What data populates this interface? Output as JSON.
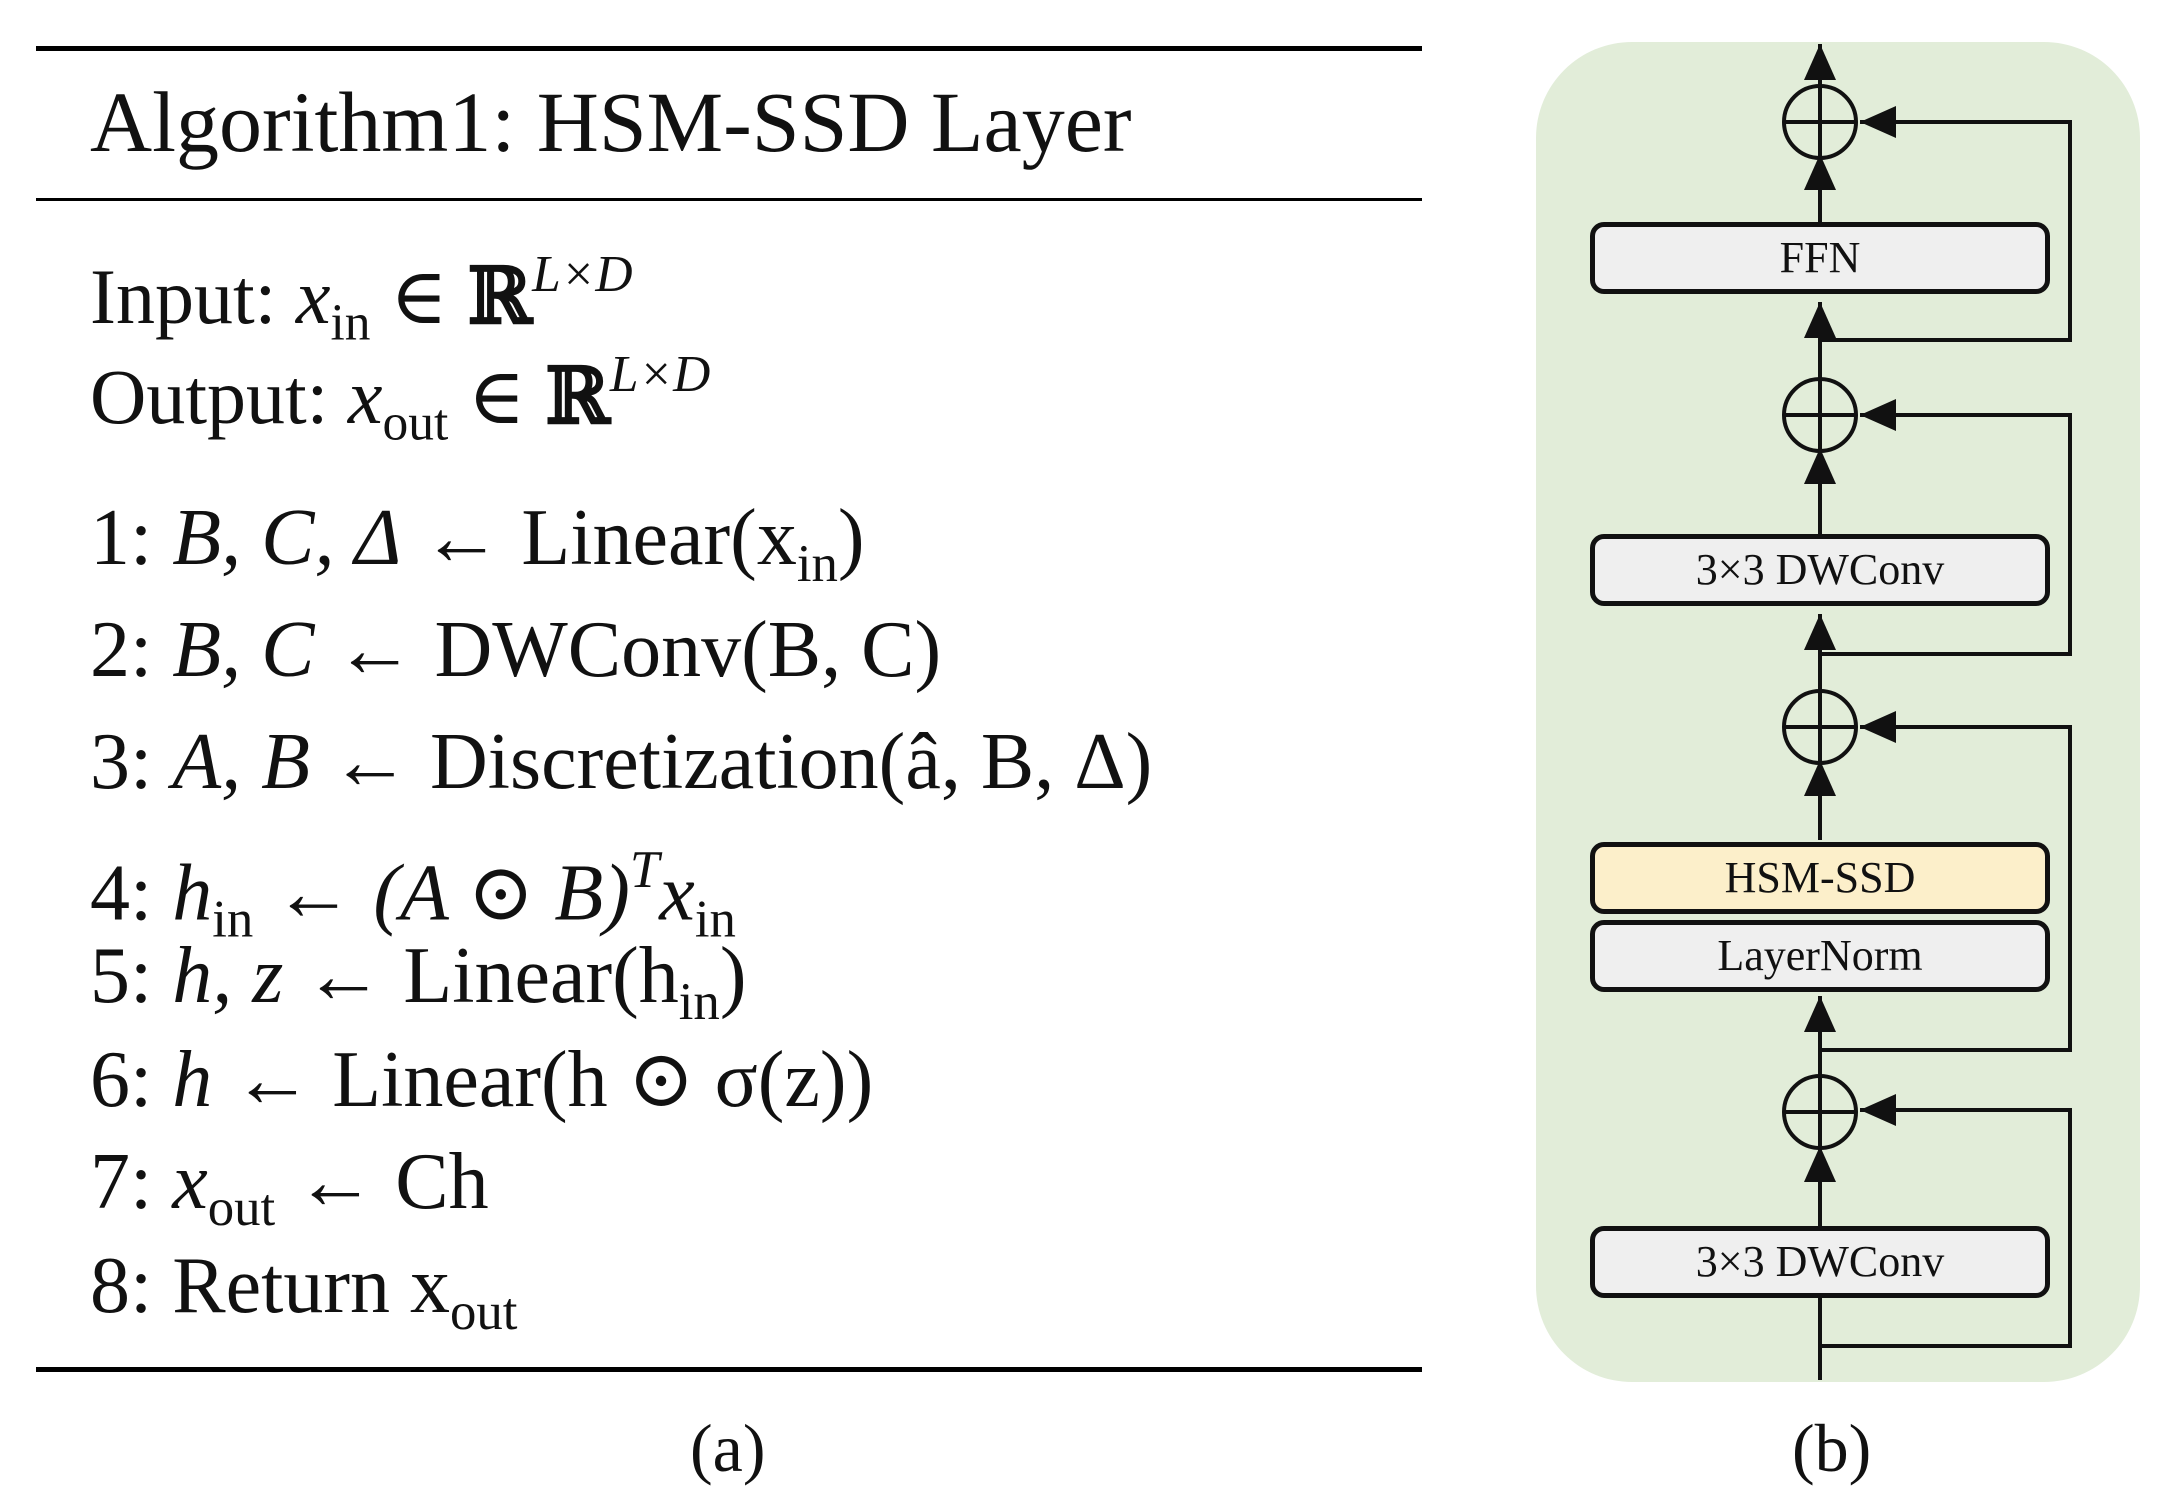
{
  "algorithm": {
    "title": "Algorithm1: HSM-SSD Layer",
    "input_label": "Input:",
    "output_label": "Output:",
    "set_symbol": "ℝ",
    "dims": "L×D",
    "x": "x",
    "in": "in",
    "out": "out",
    "steps": [
      {
        "num": "1:",
        "lhs": "B, C, Δ",
        "op": "Linear(x",
        "tail": ")"
      },
      {
        "num": "2:",
        "lhs": "B, C",
        "op": "DWConv(B, C)"
      },
      {
        "num": "3:",
        "lhs": "A, B",
        "op": "Discretization(â, B, Δ)"
      },
      {
        "num": "4:",
        "lhs": "h",
        "op": "(A ⊙ B)",
        "sup": "T"
      },
      {
        "num": "5:",
        "lhs": "h, z",
        "op": "Linear(h",
        "tail": ")"
      },
      {
        "num": "6:",
        "lhs": "h",
        "op": "Linear(h ⊙ σ(z))"
      },
      {
        "num": "7:",
        "lhs": "x",
        "op": "Ch"
      },
      {
        "num": "8:",
        "lhs": "Return x"
      }
    ],
    "arrow": "←",
    "in_sym": "∈"
  },
  "captions": {
    "a": "(a)",
    "b": "(b)"
  },
  "diagram": {
    "blocks": [
      "FFN",
      "3×3 DWConv",
      "HSM-SSD",
      "LayerNorm",
      "3×3 DWConv"
    ],
    "colors": {
      "panel": "#e2edd9",
      "block": "#efefef",
      "hsm_block": "#fcefca",
      "line": "#111111"
    }
  }
}
